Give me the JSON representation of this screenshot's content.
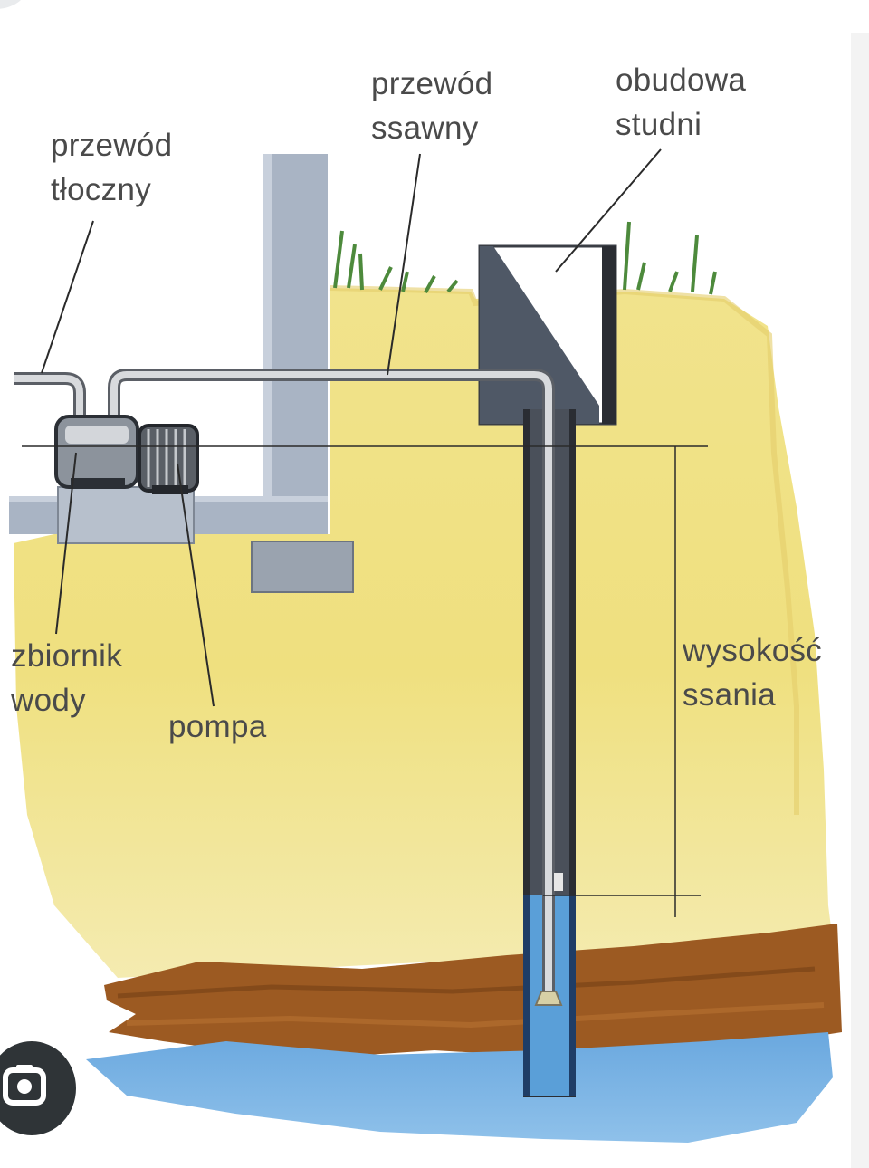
{
  "labels": {
    "delivery_pipe": [
      "przewód",
      "tłoczny"
    ],
    "suction_pipe": [
      "przewód",
      "ssawny"
    ],
    "well_casing": [
      "obudowa",
      "studni"
    ],
    "water_tank": [
      "zbiornik",
      "wody"
    ],
    "pump": [
      "pompa"
    ],
    "suction_height": [
      "wysokość",
      "ssania"
    ]
  },
  "colors": {
    "soil_yellow": "#efe28a",
    "clay_brown": "#9c5a22",
    "groundwater_blue": "#5a9fd8",
    "concrete_gray": "#a9b4c4",
    "casing_dark": "#2a2d33",
    "grass_green": "#4d8a3c",
    "label_text": "#4a4a4a"
  },
  "icons": {
    "lens": "camera-lens-icon"
  }
}
